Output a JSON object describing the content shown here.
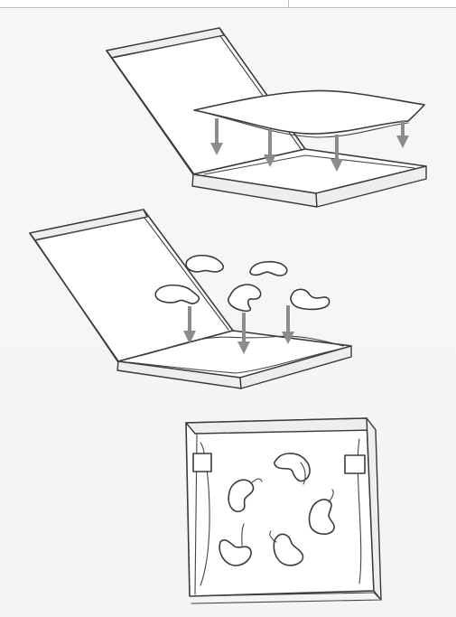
{
  "figure": {
    "steps": [
      {
        "id": "step-1",
        "description_visible": false
      },
      {
        "id": "step-2",
        "description_visible": false
      },
      {
        "id": "step-3",
        "description_visible": false
      }
    ],
    "colors": {
      "background": "#f6f6f6",
      "line": "#3a3a3a",
      "arrow": "#8c8c8c"
    }
  }
}
